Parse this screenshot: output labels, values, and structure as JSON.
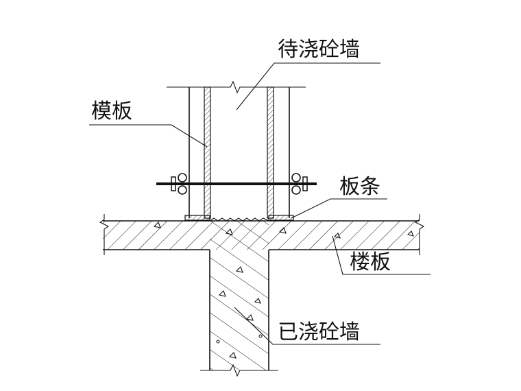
{
  "labels": {
    "pending_wall": "待浇砼墙",
    "formwork": "模板",
    "batten": "板条",
    "floor_slab": "楼板",
    "cast_wall": "已浇砼墙"
  }
}
